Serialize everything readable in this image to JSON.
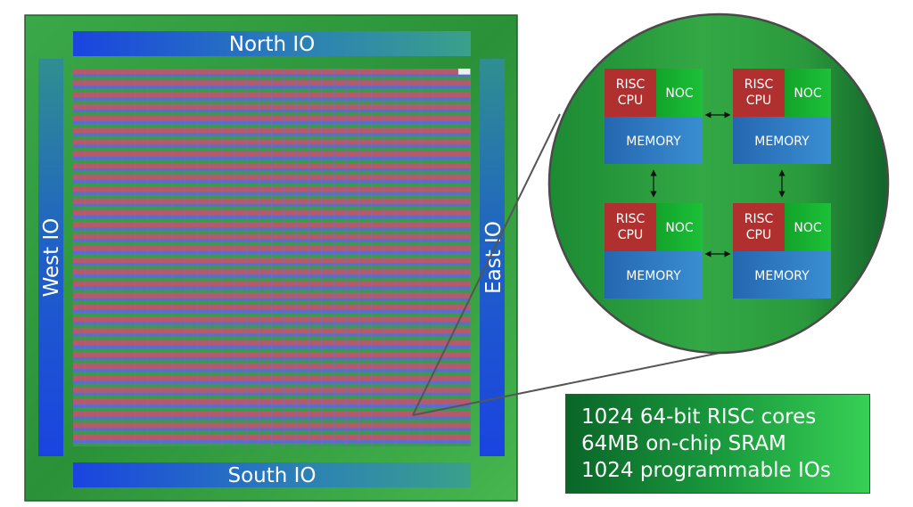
{
  "chip": {
    "io_labels": {
      "north": "North IO",
      "south": "South IO",
      "west": "West IO",
      "east": "East IO"
    },
    "core_grid": {
      "rows": 32,
      "cols": 32
    }
  },
  "zoom": {
    "tiles": [
      {
        "cpu": [
          "RISC",
          "CPU"
        ],
        "noc": "NOC",
        "memory": "MEMORY"
      },
      {
        "cpu": [
          "RISC",
          "CPU"
        ],
        "noc": "NOC",
        "memory": "MEMORY"
      },
      {
        "cpu": [
          "RISC",
          "CPU"
        ],
        "noc": "NOC",
        "memory": "MEMORY"
      },
      {
        "cpu": [
          "RISC",
          "CPU"
        ],
        "noc": "NOC",
        "memory": "MEMORY"
      }
    ]
  },
  "specs": [
    "1024 64-bit RISC cores",
    "64MB on-chip SRAM",
    "1024 programmable IOs"
  ],
  "colors": {
    "chip": "#2f9a3f",
    "io_bar": "#1a55d6",
    "cpu": "#b03030",
    "noc": "#15b030",
    "memory": "#2a78c0",
    "core_red": "#b55a6a",
    "core_blue": "#5c6bcf",
    "core_green": "#3a9a4e"
  }
}
